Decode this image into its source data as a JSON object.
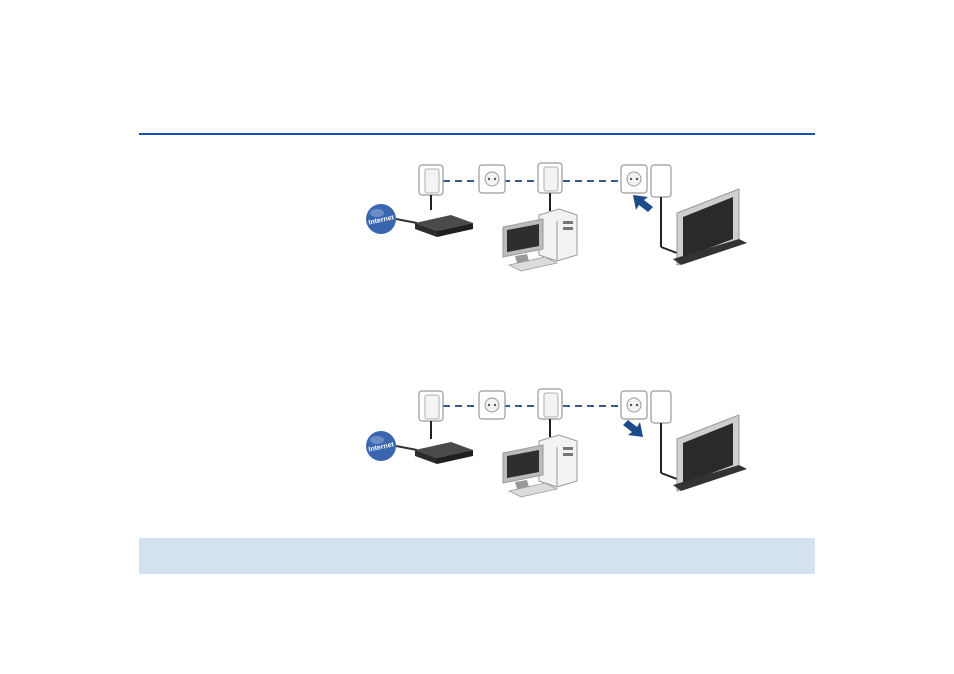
{
  "colors": {
    "rule": "#1a4fb8",
    "dash_line": "#3a5a8c",
    "arrow": "#1f4a8a",
    "globe": "#3a66b0",
    "note_box": "#d4e2ef",
    "device_outline": "#9a9a9a",
    "device_dark": "#2d2d2d"
  },
  "diagrams": [
    {
      "globe_label": "Internet",
      "arrow_direction": "toward-socket",
      "arrow_icon": "arrow-up-left-icon"
    },
    {
      "globe_label": "Internet",
      "arrow_direction": "away-from-socket",
      "arrow_icon": "arrow-down-right-icon"
    }
  ],
  "icons": [
    "powerline-adapter-icon",
    "wall-socket-icon",
    "router-icon",
    "desktop-computer-icon",
    "television-icon",
    "internet-globe-icon"
  ]
}
